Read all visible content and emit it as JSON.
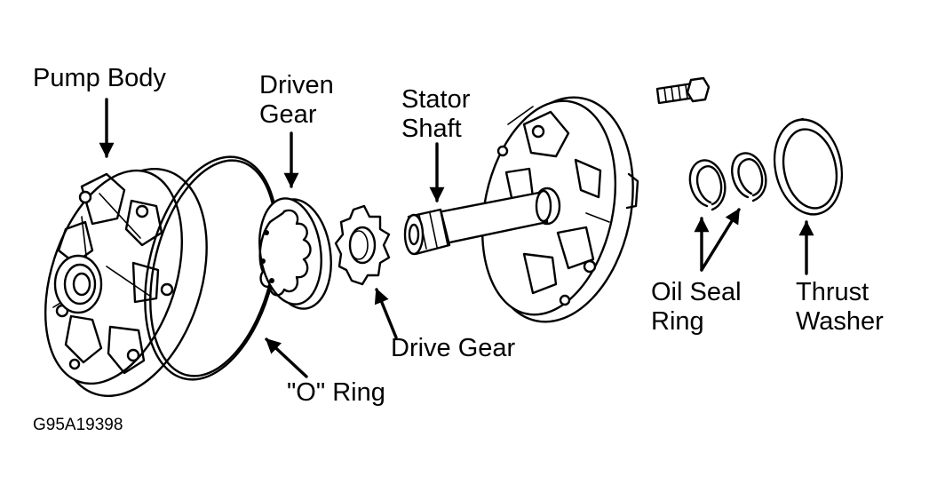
{
  "labels": {
    "pump_body": "Pump Body",
    "driven_gear_line1": "Driven",
    "driven_gear_line2": "Gear",
    "stator_shaft_line1": "Stator",
    "stator_shaft_line2": "Shaft",
    "oil_seal_ring_line1": "Oil Seal",
    "oil_seal_ring_line2": "Ring",
    "thrust_washer_line1": "Thrust",
    "thrust_washer_line2": "Washer",
    "drive_gear": "Drive Gear",
    "o_ring": "\"O\" Ring"
  },
  "figure_id": "G95A19398"
}
